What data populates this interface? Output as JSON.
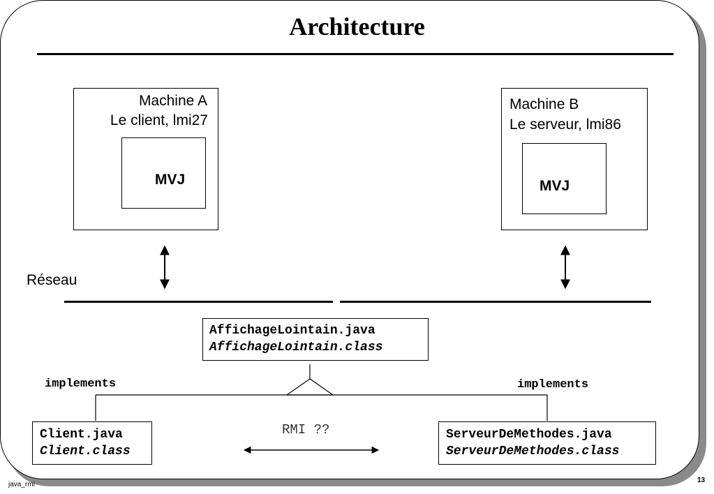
{
  "title": "Architecture",
  "machine_a": {
    "name": "Machine A",
    "role": "Le client, lmi27",
    "vm": "MVJ"
  },
  "machine_b": {
    "name": "Machine B",
    "role": "Le serveur, lmi86",
    "vm": "MVJ"
  },
  "network_label": "Réseau",
  "interface_box": {
    "source": "AffichageLointain.java",
    "compiled": "AffichageLointain.class"
  },
  "implements_left": "implements",
  "implements_right": "implements",
  "client_box": {
    "source": "Client.java",
    "compiled": "Client.class"
  },
  "server_box": {
    "source": "ServeurDeMethodes.java",
    "compiled": "ServeurDeMethodes.class"
  },
  "rmi_label": "RMI ??",
  "footer": {
    "left": "java_rmi",
    "page_number": "13"
  }
}
